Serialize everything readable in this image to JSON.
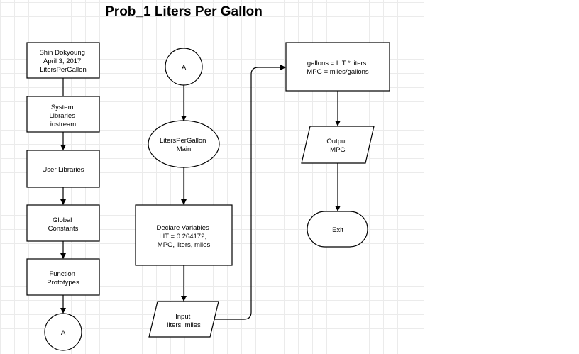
{
  "title": "Prob_1 Liters Per Gallon",
  "nodes": {
    "header": [
      "Shin Dokyoung",
      "April 3, 2017",
      "LitersPerGallon"
    ],
    "system_libraries": [
      "System",
      "Libraries",
      "iostream"
    ],
    "user_libraries": [
      "User Libraries"
    ],
    "global_constants": [
      "Global",
      "Constants"
    ],
    "function_prototypes": [
      "Function",
      "Prototypes"
    ],
    "connector_a_left": [
      "A"
    ],
    "connector_a_mid": [
      "A"
    ],
    "main": [
      "LitersPerGallon",
      "Main"
    ],
    "declare_variables": [
      "Declare Variables",
      "LIT = 0.264172,",
      "MPG, liters, miles"
    ],
    "input": [
      "Input",
      "liters, miles"
    ],
    "compute": [
      "gallons = LIT * liters",
      "MPG = miles/gallons"
    ],
    "output": [
      "Output",
      "MPG"
    ],
    "exit": [
      "Exit"
    ]
  }
}
